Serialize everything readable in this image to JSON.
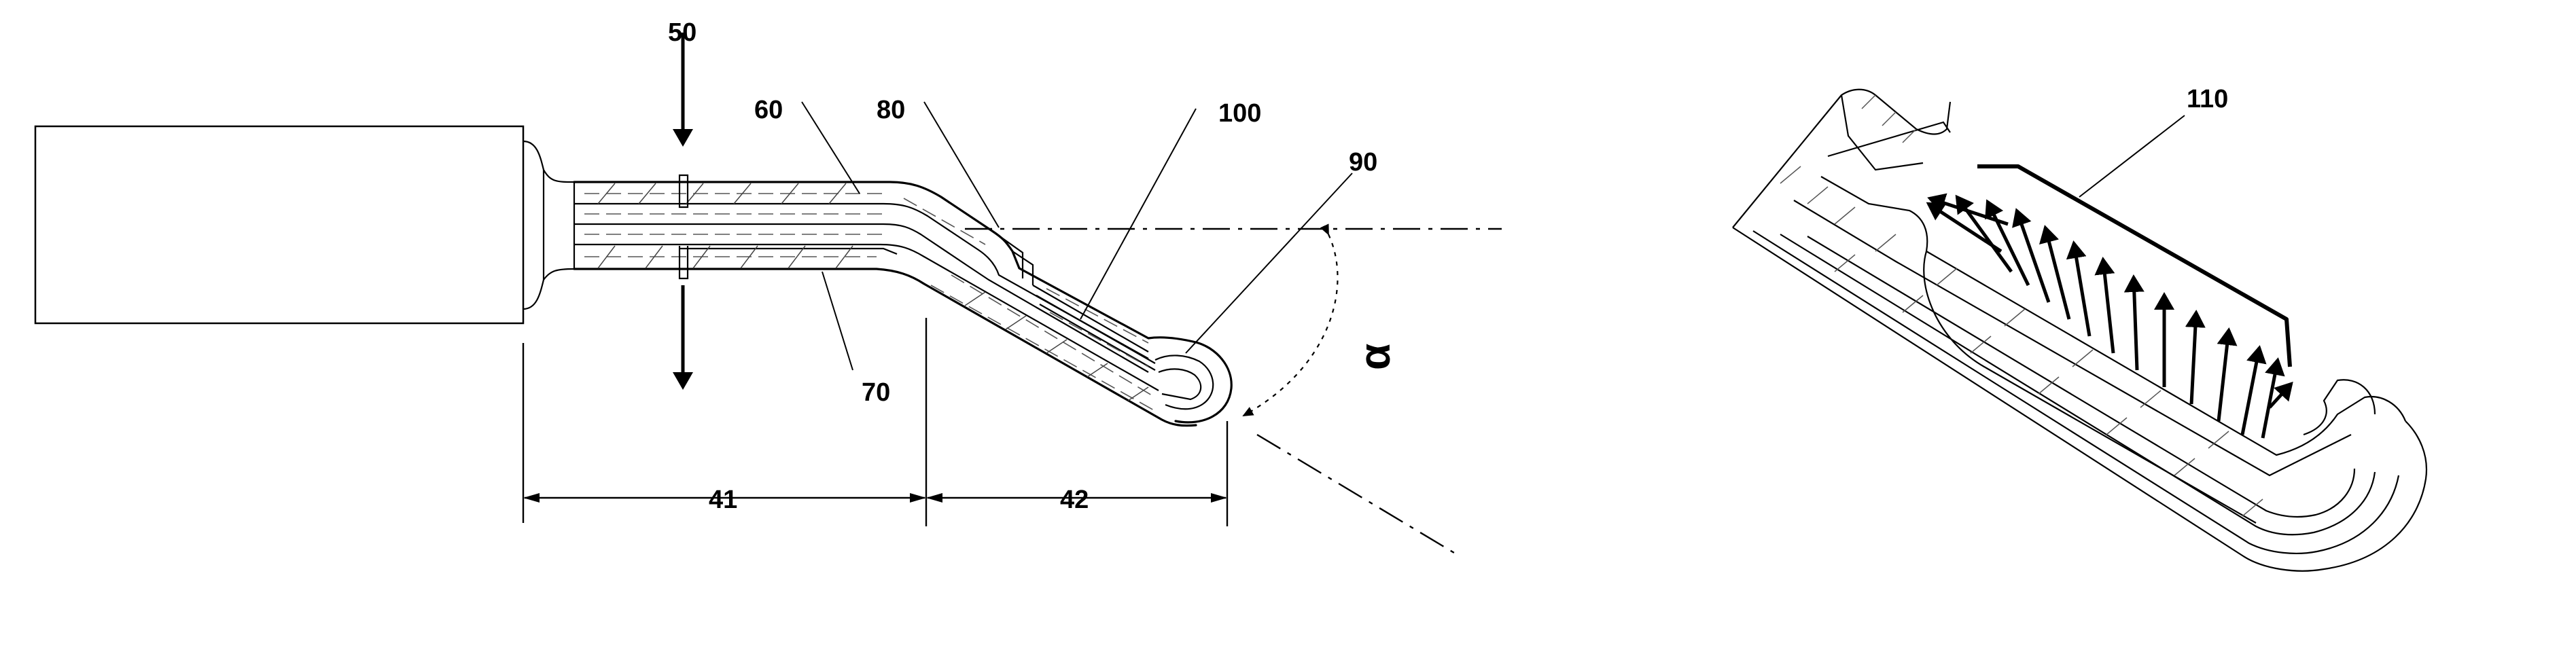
{
  "labels": {
    "force": "50",
    "inner_wall": "60",
    "outer_wall": "70",
    "step": "80",
    "tip": "90",
    "flat": "100",
    "pressure": "110",
    "length_1": "41",
    "length_2": "42",
    "angle": "α"
  }
}
